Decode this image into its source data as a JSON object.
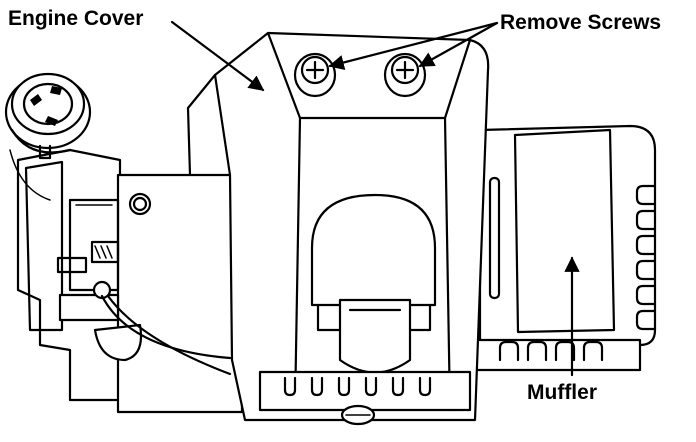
{
  "callouts": {
    "engine_cover": "Engine Cover",
    "remove_screws": "Remove Screws",
    "muffler": "Muffler"
  },
  "colors": {
    "line": "#000000",
    "background": "#ffffff"
  }
}
